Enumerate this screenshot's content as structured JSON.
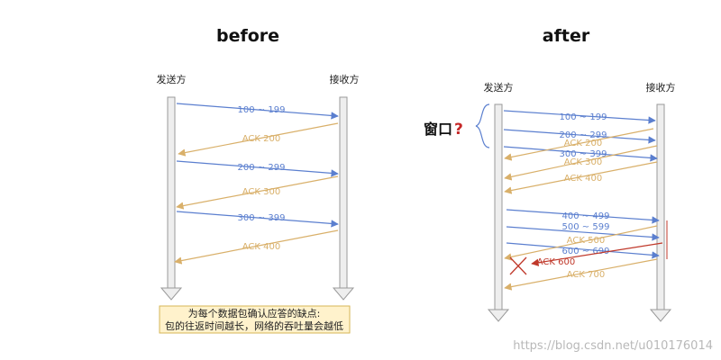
{
  "colors": {
    "data_arrow": "#5b7fcf",
    "ack_arrow": "#d9b06a",
    "lost_ack": "#c0392b",
    "lifeline_fill": "#eeeeee",
    "lifeline_stroke": "#999999",
    "brace": "#5b7fcf"
  },
  "before": {
    "title": "before",
    "sender": "发送方",
    "receiver": "接收方",
    "messages": [
      {
        "label": "100 ~ 199",
        "kind": "data"
      },
      {
        "label": "ACK 200",
        "kind": "ack"
      },
      {
        "label": "200 ~ 299",
        "kind": "data"
      },
      {
        "label": "ACK 300",
        "kind": "ack"
      },
      {
        "label": "300 ~ 399",
        "kind": "data"
      },
      {
        "label": "ACK 400",
        "kind": "ack"
      }
    ],
    "note": {
      "line1": "为每个数据包确认应答的缺点:",
      "line2": "包的往返时间越长，网络的吞吐量会越低"
    }
  },
  "after": {
    "title": "after",
    "sender": "发送方",
    "receiver": "接收方",
    "window_label": "窗口",
    "window_mark": "?",
    "messages": [
      {
        "label": "100 ~ 199",
        "kind": "data"
      },
      {
        "label": "200 ~ 299",
        "kind": "data"
      },
      {
        "label": "300 ~ 399",
        "kind": "data"
      },
      {
        "label": "ACK 200",
        "kind": "ack"
      },
      {
        "label": "ACK 300",
        "kind": "ack"
      },
      {
        "label": "ACK 400",
        "kind": "ack"
      },
      {
        "label": "400 ~ 499",
        "kind": "data"
      },
      {
        "label": "500 ~ 599",
        "kind": "data"
      },
      {
        "label": "600 ~ 699",
        "kind": "data"
      },
      {
        "label": "ACK 500",
        "kind": "ack"
      },
      {
        "label": "ACK 600",
        "kind": "lost"
      },
      {
        "label": "ACK 700",
        "kind": "ack"
      }
    ]
  },
  "watermark": "https://blog.csdn.net/u010176014"
}
